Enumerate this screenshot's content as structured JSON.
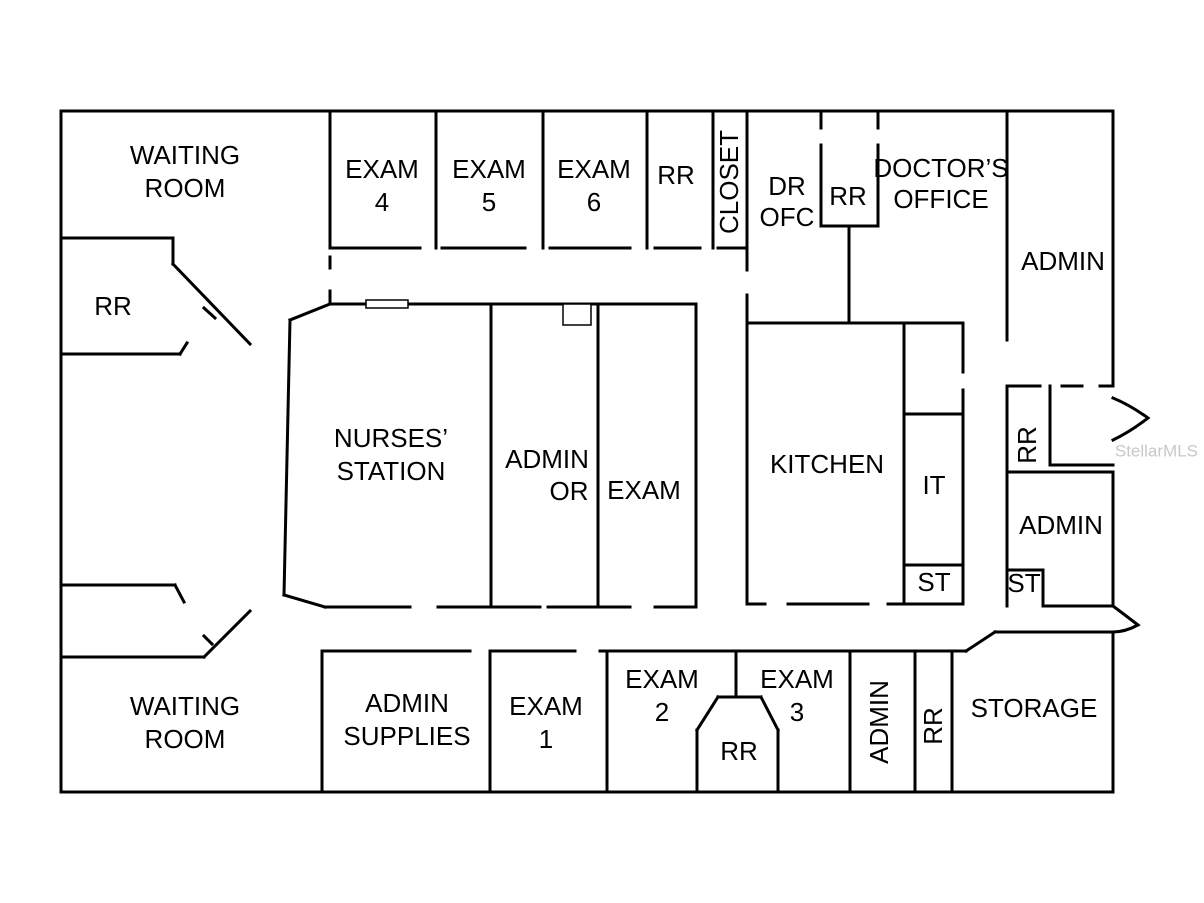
{
  "rooms": {
    "waiting_room_top": [
      "WAITING",
      "ROOM"
    ],
    "exam_4": [
      "EXAM",
      "4"
    ],
    "exam_5": [
      "EXAM",
      "5"
    ],
    "exam_6": [
      "EXAM",
      "6"
    ],
    "rr_top": "RR",
    "closet": "CLOSET",
    "dr_ofc": [
      "DR",
      "OFC"
    ],
    "rr_top_right": "RR",
    "doctors_office": [
      "DOCTOR’S",
      "OFFICE"
    ],
    "admin_top_right": "ADMIN",
    "rr_left": "RR",
    "nurses_station": [
      "NURSES’",
      "STATION"
    ],
    "admin_or": [
      "ADMIN",
      "OR"
    ],
    "exam_mid": "EXAM",
    "kitchen": "KITCHEN",
    "it": "IT",
    "st_kitchen": "ST",
    "rr_right": "RR",
    "admin_right": "ADMIN",
    "st_right": "ST",
    "waiting_room_bottom": [
      "WAITING",
      "ROOM"
    ],
    "admin_supplies": [
      "ADMIN",
      "SUPPLIES"
    ],
    "exam_1": [
      "EXAM",
      "1"
    ],
    "exam_2": [
      "EXAM",
      "2"
    ],
    "rr_bottom": "RR",
    "exam_3": [
      "EXAM",
      "3"
    ],
    "admin_bottom": "ADMIN",
    "rr_bottom_right": "RR",
    "storage": "STORAGE"
  },
  "watermark": "StellarMLS"
}
